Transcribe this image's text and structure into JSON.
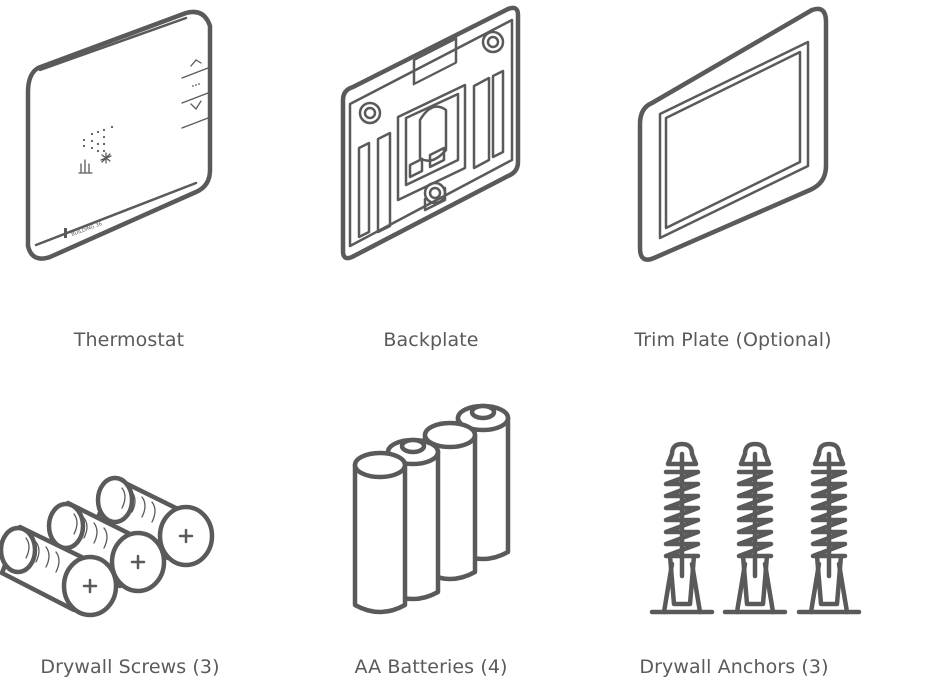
{
  "items": [
    {
      "label": "Thermostat",
      "icon": "thermostat-icon"
    },
    {
      "label": "Backplate",
      "icon": "backplate-icon"
    },
    {
      "label": "Trim Plate (Optional)",
      "icon": "trim-plate-icon"
    },
    {
      "label": "Drywall Screws (3)",
      "icon": "drywall-screws-icon"
    },
    {
      "label": "AA Batteries (4)",
      "icon": "aa-batteries-icon"
    },
    {
      "label": "Drywall Anchors (3)",
      "icon": "drywall-anchors-icon"
    }
  ],
  "thermostat": {
    "brand": "BUILDING 36"
  },
  "colors": {
    "line": "#5a5a5a",
    "background": "#ffffff"
  }
}
